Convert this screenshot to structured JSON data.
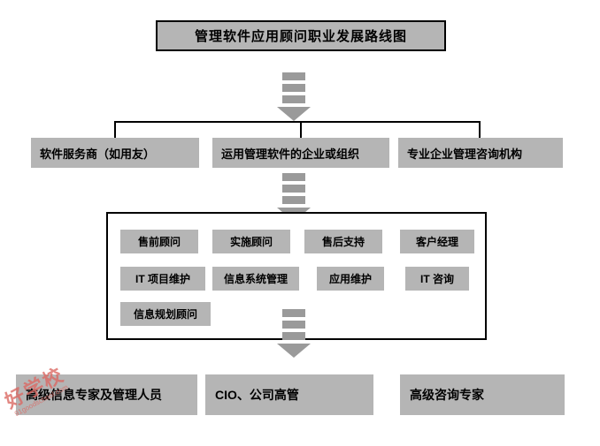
{
  "title": "管理软件应用顾问职业发展路线图",
  "industries": [
    "软件服务商（如用友）",
    "运用管理软件的企业或组织",
    "专业企业管理咨询机构"
  ],
  "positions": {
    "row1": [
      "售前顾问",
      "实施顾问",
      "售后支持",
      "客户经理"
    ],
    "row2": [
      "IT 项目维护",
      "信息系统管理",
      "应用维护",
      "IT 咨询"
    ],
    "row3": [
      "信息规划顾问"
    ]
  },
  "senior": [
    "高级信息专家及管理人员",
    "CIO、公司高管",
    "高级咨询专家"
  ],
  "watermark": {
    "name": "好学校",
    "url": "91goodschool.com"
  },
  "colors": {
    "box_fill": "#b5b5b5",
    "arrow": "#9a9a9a",
    "line": "#000000",
    "watermark_red": "#db6a64"
  }
}
